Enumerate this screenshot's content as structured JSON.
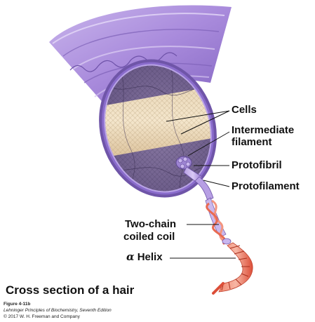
{
  "labels": {
    "cells": "Cells",
    "intermediate_filament_line1": "Intermediate",
    "intermediate_filament_line2": "filament",
    "protofibril": "Protofibril",
    "protofilament": "Protofilament",
    "two_chain_line1": "Two-chain",
    "two_chain_line2": "coiled coil",
    "alpha_symbol": "α",
    "helix": "Helix"
  },
  "caption": {
    "title": "Cross section of a hair",
    "figure_number": "Figure 4-11b",
    "book": "Lehninger Principles of Biochemistry, Seventh Edition",
    "copyright": "© 2017 W. H. Freeman and Company"
  },
  "colors": {
    "hair_fiber": "#9b7fd0",
    "hair_fiber_dark": "#7a5eb8",
    "cross_section": "#6e5a8e",
    "cell_band": "#e6cfae",
    "helix": "#e8604a"
  }
}
